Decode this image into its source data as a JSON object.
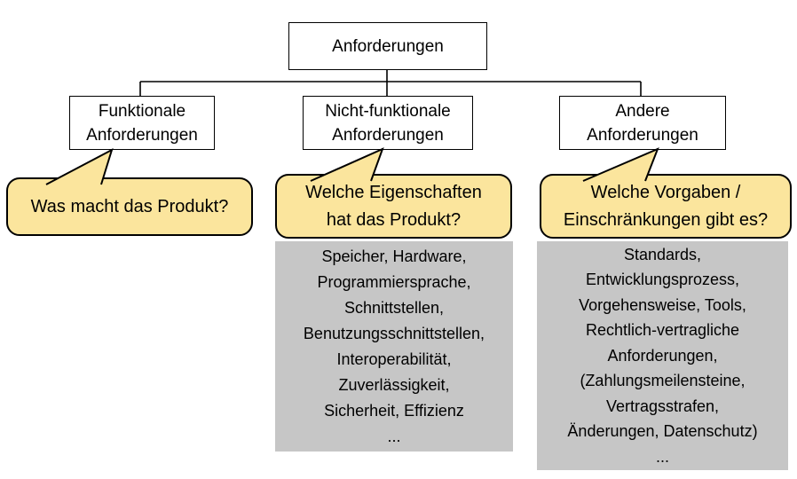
{
  "diagram": {
    "title": "Anforderungen taxonomy diagram",
    "colors": {
      "callout_fill": "#FBE59D",
      "examples_fill": "#C6C6C6",
      "line": "#000000",
      "box_fill": "#FFFFFF"
    },
    "root": {
      "label": "Anforderungen"
    },
    "children": [
      {
        "label_lines": [
          "Funktionale",
          "Anforderungen"
        ],
        "question_lines": [
          "Was macht das Produkt?"
        ]
      },
      {
        "label_lines": [
          "Nicht-funktionale",
          "Anforderungen"
        ],
        "question_lines": [
          "Welche Eigenschaften",
          "hat das Produkt?"
        ],
        "example_lines": [
          "Speicher, Hardware,",
          "Programmiersprache,",
          "Schnittstellen,",
          "Benutzungsschnittstellen,",
          "Interoperabilität,",
          "Zuverlässigkeit,",
          "Sicherheit, Effizienz",
          "..."
        ]
      },
      {
        "label_lines": [
          "Andere",
          "Anforderungen"
        ],
        "question_lines": [
          "Welche Vorgaben /",
          "Einschränkungen gibt es?"
        ],
        "example_lines": [
          "Standards,",
          "Entwicklungsprozess,",
          "Vorgehensweise, Tools,",
          "Rechtlich-vertragliche",
          "Anforderungen,",
          "(Zahlungsmeilensteine,",
          "Vertragsstrafen,",
          "Änderungen, Datenschutz)",
          "..."
        ]
      }
    ]
  }
}
